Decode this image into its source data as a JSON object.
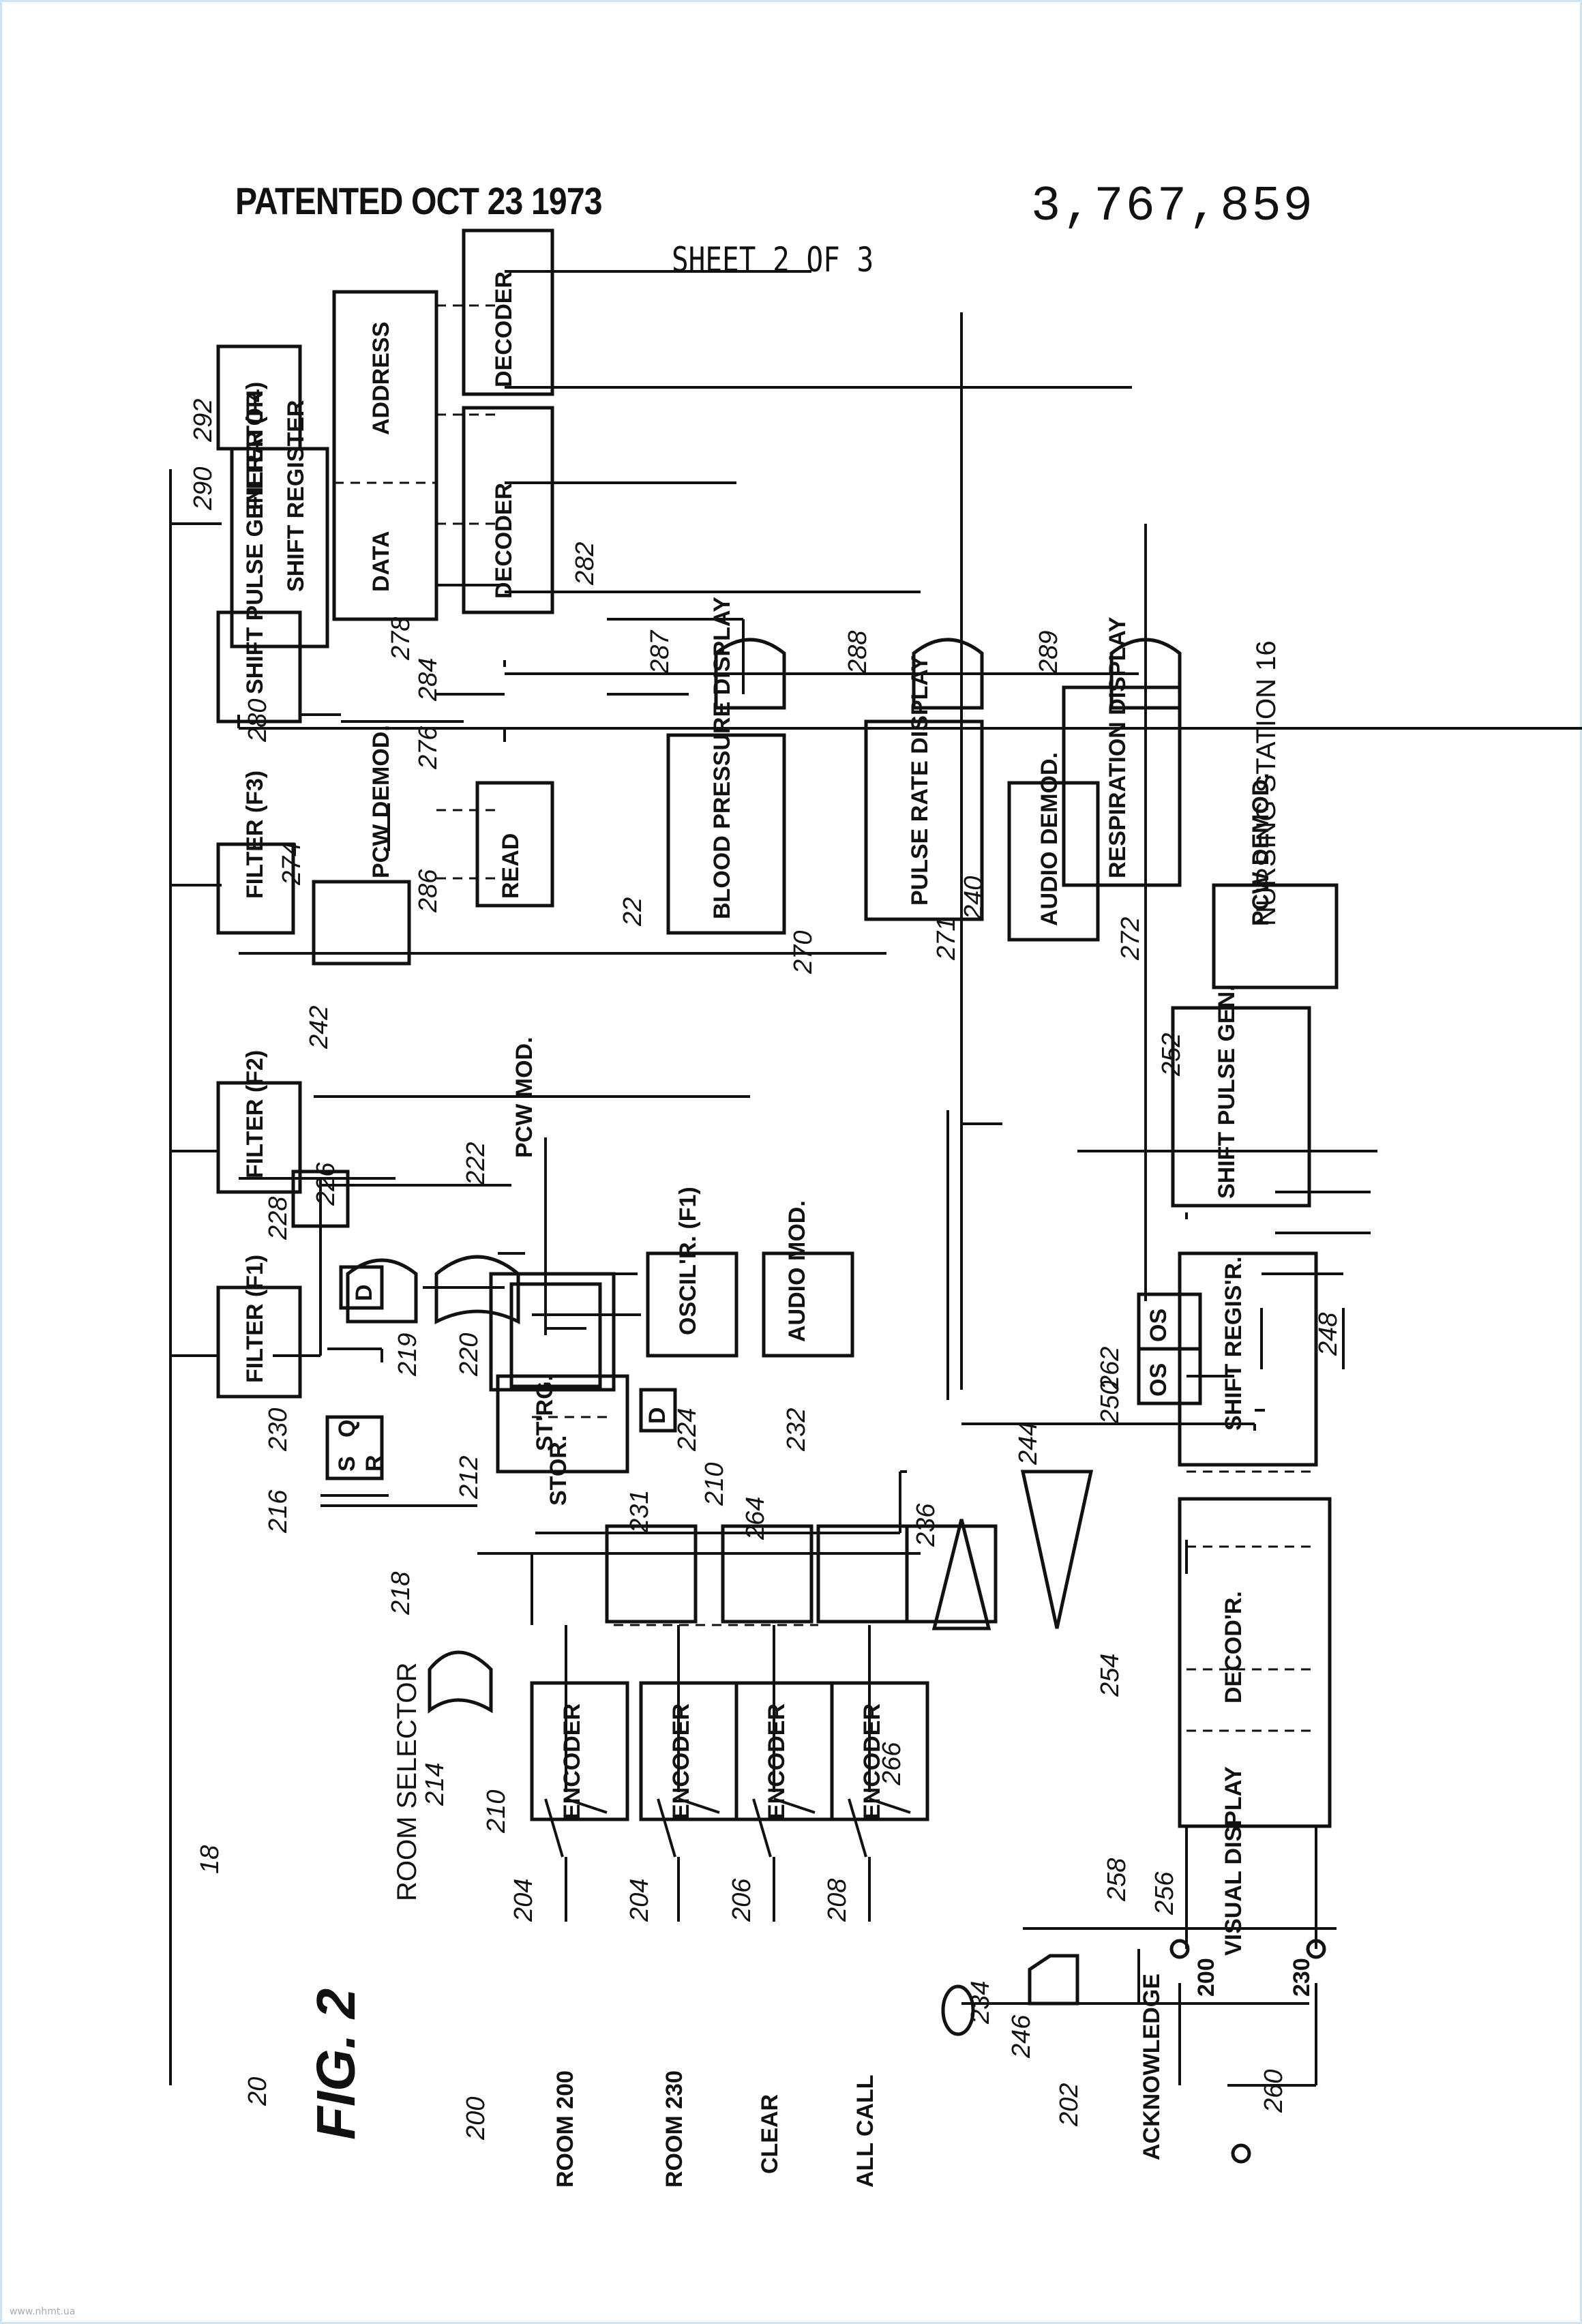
{
  "header": {
    "patented": "PATENTED OCT 23 1973",
    "patent_number": "3,767,859",
    "sheet": "SHEET 2 OF 3"
  },
  "watermark": "www.nhmt.ua",
  "diagram": {
    "figure": "FIG. 2",
    "room_selector": "ROOM SELECTOR",
    "room_200": "ROOM 200",
    "room_230": "ROOM 230",
    "clear": "CLEAR",
    "all_call": "ALL CALL",
    "acknowledge": "ACKNOWLEDGE",
    "encoder": "ENCODER",
    "stor": "STOR.",
    "st_rg": "ST'RG.",
    "s": "S",
    "q": "Q",
    "r": "R",
    "d": "D",
    "pcw_mod": "PCW MOD.",
    "oscillator": "OSCIL'R. (F1)",
    "audio_mod": "AUDIO MOD.",
    "filter_f1": "FILTER (F1)",
    "filter_f2": "FILTER (F2)",
    "filter_f3": "FILTER (F3)",
    "filter_f4": "FILTER (F4)",
    "audio_demod": "AUDIO DEMOD.",
    "pcw_demod": "PCW DEMOD.",
    "shift_pulse_gen": "SHIFT PULSE GEN.",
    "os": "OS",
    "shift_regis_r": "SHIFT REGIS'R.",
    "decod_r": "DECOD'R.",
    "visual_display": "VISUAL DISPLAY",
    "display_200": "200",
    "display_230": "230",
    "shift_pulse_generator": "SHIFT PULSE GENERATOR",
    "shift_register": "SHIFT REGISTER",
    "data": "DATA",
    "address": "ADDRESS",
    "decoder": "DECODER",
    "read": "READ",
    "blood_pressure_display": "BLOOD PRESSURE DISPLAY",
    "pulse_rate_display": "PULSE RATE DISPLAY",
    "respiration_display": "RESPIRATION DISPLAY",
    "nursing_station": "NURSING STATION 16"
  },
  "refs": {
    "r18": "18",
    "r20": "20",
    "r22": "22",
    "r200": "200",
    "r202": "202",
    "r204": "204",
    "r206": "206",
    "r208": "208",
    "r210": "210",
    "r212": "212",
    "r214": "214",
    "r216": "216",
    "r218": "218",
    "r219": "219",
    "r220": "220",
    "r222": "222",
    "r224": "224",
    "r226": "226",
    "r228": "228",
    "r230": "230",
    "r231": "231",
    "r232": "232",
    "r234": "234",
    "r236": "236",
    "r240": "240",
    "r242": "242",
    "r244": "244",
    "r246": "246",
    "r248": "248",
    "r250": "250",
    "r252": "252",
    "r254": "254",
    "r256": "256",
    "r258": "258",
    "r260": "260",
    "r262": "262",
    "r264": "264",
    "r266": "266",
    "r270": "270",
    "r271": "271",
    "r272": "272",
    "r274": "274",
    "r276": "276",
    "r278": "278",
    "r280": "280",
    "r282": "282",
    "r284": "284",
    "r286": "286",
    "r287": "287",
    "r288": "288",
    "r289": "289",
    "r290": "290",
    "r292": "292"
  }
}
